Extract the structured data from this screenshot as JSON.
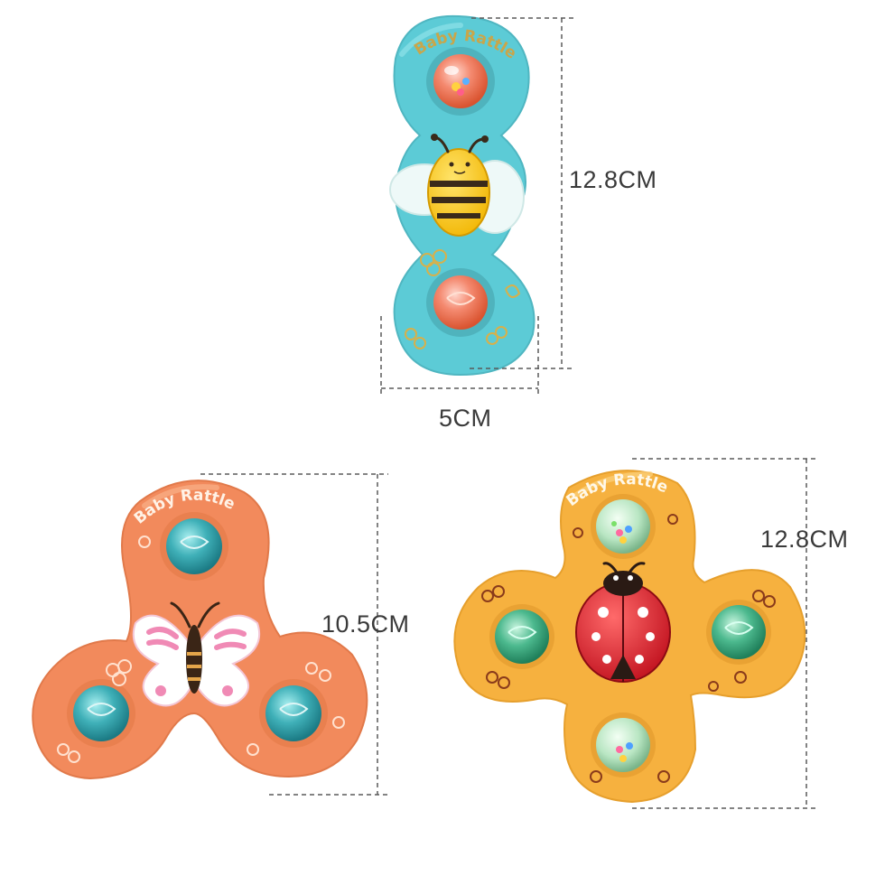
{
  "dimensions": {
    "blue_height": "12.8CM",
    "blue_width": "5CM",
    "orange_height": "10.5CM",
    "yellow_height": "12.8CM"
  },
  "toys": {
    "blue": {
      "brand_text": "Baby Rattle",
      "body_color": "#5ccbd6",
      "character": "bee-icon"
    },
    "orange": {
      "brand_text": "Baby Rattle",
      "body_color": "#f28a5c",
      "character": "butterfly-icon"
    },
    "yellow": {
      "brand_text": "Baby Rattle",
      "body_color": "#f6b13f",
      "character": "ladybug-icon"
    }
  }
}
